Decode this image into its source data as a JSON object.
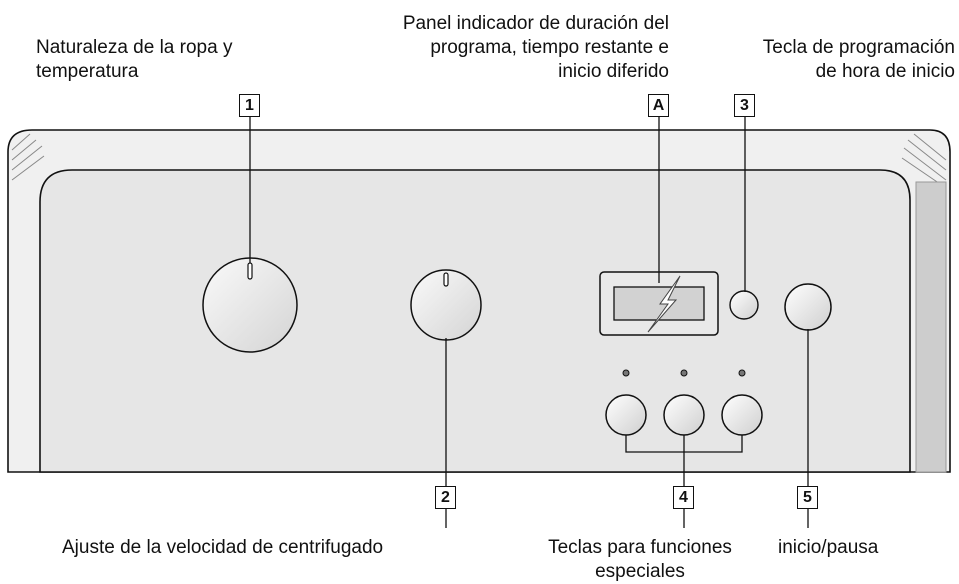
{
  "labels": {
    "top_left": [
      "Naturaleza de la ropa y",
      "temperatura"
    ],
    "top_center": [
      "Panel indicador de duración del",
      "programa, tiempo restante e",
      "inicio diferido"
    ],
    "top_right": [
      "Tecla de programación",
      "de hora de inicio"
    ],
    "bottom_left": [
      "Ajuste de la velocidad de centrifugado"
    ],
    "bottom_center": [
      "Teclas para funciones",
      "especiales"
    ],
    "bottom_right": [
      "inicio/pausa"
    ]
  },
  "callouts": {
    "n1": "1",
    "nA": "A",
    "n3": "3",
    "n2": "2",
    "n4": "4",
    "n5": "5"
  }
}
